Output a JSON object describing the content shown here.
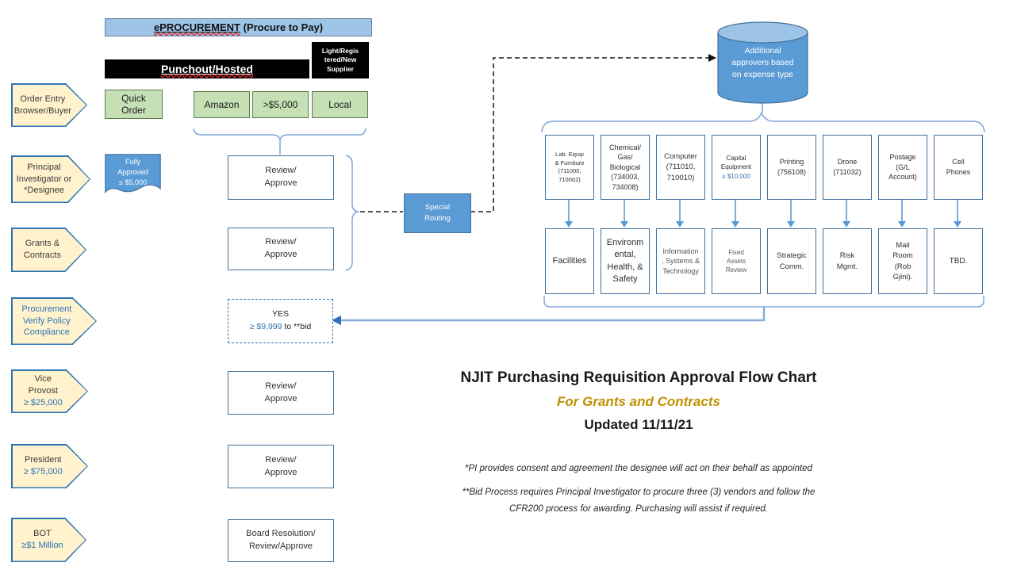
{
  "titles": {
    "main": "NJIT Purchasing Requisition Approval Flow Chart",
    "subtitle": "For Grants and Contracts",
    "updated": "Updated 11/11/21",
    "footnote1": "*PI provides consent and agreement the designee will act on their behalf as appointed",
    "footnote2_line1": "**Bid Process requires Principal Investigator to procure three (3) vendors and follow the",
    "footnote2_line2": "CFR200 process for awarding.  Purchasing will assist if required."
  },
  "header": {
    "eprocurement_word": "ePROCUREMENT",
    "eprocurement_rest": " (Procure to Pay)",
    "punchout": "Punchout/Hosted",
    "supplier": "Light/Regis\ntered/New\nSupplier"
  },
  "roles": [
    {
      "label": "Order Entry\nBrowser/Buyer",
      "amount": ""
    },
    {
      "label": "Principal\nInvestigator or\n*Designee",
      "amount": ""
    },
    {
      "label": "Grants &\nContracts",
      "amount": ""
    },
    {
      "label": "Procurement\nVerify Policy\nCompliance",
      "amount": ""
    },
    {
      "label": "Vice\nProvost",
      "amount": "≥ $25,000"
    },
    {
      "label": "President",
      "amount": "≥ $75,000"
    },
    {
      "label": "BOT",
      "amount": "≥$1 Million"
    }
  ],
  "boxes": {
    "quick_order": "Quick\nOrder",
    "amazon": "Amazon",
    "over_5000": ">$5,000",
    "local": "Local",
    "fully_approved": "Fully\nApproved\n≤ $5,000",
    "review_approve": "Review/\nApprove",
    "board": "Board Resolution/\nReview/Approve",
    "special_routing": "Special\nRouting",
    "cylinder": "Additional\napprovers based\non expense type",
    "yes_line": "YES",
    "yes_amount": "≥ $9,999",
    "yes_rest": " to **bid"
  },
  "grid": {
    "top": [
      {
        "label": "Lab. Equip\n& Furniture\n(711000,\n710002)",
        "amount": ""
      },
      {
        "label": "Chemical/\nGas/\nBiological\n(734003,\n734008)",
        "amount": ""
      },
      {
        "label": "Computer\n(711010,\n710010)",
        "amount": ""
      },
      {
        "label": "Capital\nEquipment",
        "amount": "≥ $10,000"
      },
      {
        "label": "Printing\n(756108)",
        "amount": ""
      },
      {
        "label": "Drone\n(711032)",
        "amount": ""
      },
      {
        "label": "Postage\n(G/L\nAccount)",
        "amount": ""
      },
      {
        "label": "Cell\nPhones",
        "amount": ""
      }
    ],
    "bottom": [
      {
        "label": "Facilities"
      },
      {
        "label": "Environm\nental,\nHealth, &\nSafety"
      },
      {
        "label": "Information\n, Systems &\nTechnology"
      },
      {
        "label": "Fixed\nAssets\nReview"
      },
      {
        "label": "Strategic\nComm."
      },
      {
        "label": "Risk\nMgmt."
      },
      {
        "label": "Mail\nRoom\n(Rob\nGjini)."
      },
      {
        "label": "TBD."
      }
    ]
  },
  "colors": {
    "accent_blue": "#2E75B6",
    "shape_blue": "#5B9BD5",
    "light_blue": "#9DC3E6",
    "green": "#C5E0B4",
    "cream": "#FFF2CC",
    "gold": "#BF9000"
  }
}
